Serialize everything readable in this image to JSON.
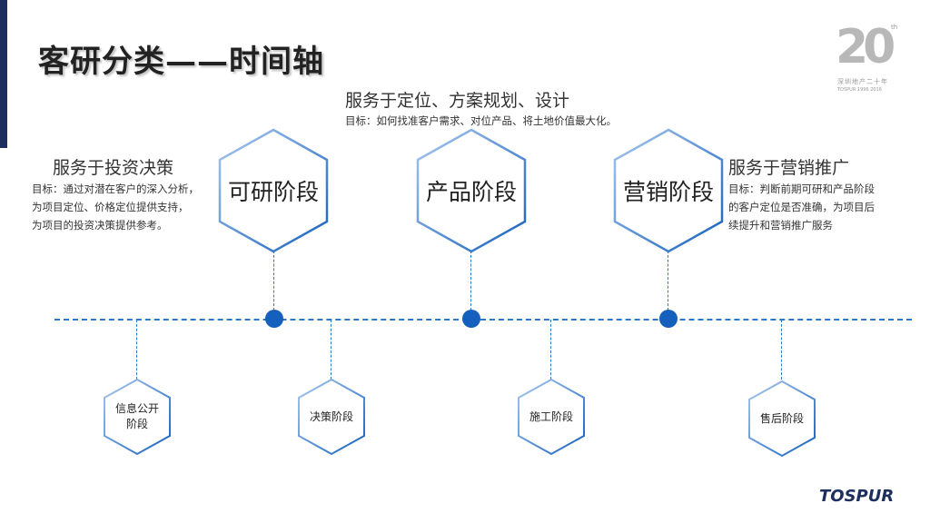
{
  "title": "客研分类——时间轴",
  "anniversary": {
    "number": "20",
    "suffix": "th",
    "cn_text": "深圳地产二十年",
    "sub_text": "TOSPUR 1996 2016"
  },
  "brand": {
    "logo_text": "TOSPUR"
  },
  "stages": [
    {
      "label": "可研阶段",
      "heading": "服务于投资决策",
      "description": [
        "目标：通过对潜在客户的深入分析，",
        "为项目定位、价格定位提供支持，",
        "为项目的投资决策提供参考。"
      ]
    },
    {
      "label": "产品阶段",
      "heading": "服务于定位、方案规划、设计",
      "description": [
        "目标：如何找准客户需求、对位产品、将土地价值最大化。"
      ]
    },
    {
      "label": "营销阶段",
      "heading": "服务于营销推广",
      "description": [
        "目标：判断前期可研和产品阶段",
        "的客户定位是否准确，为项目后",
        "续提升和营销推广服务"
      ]
    }
  ],
  "sub_stages": [
    {
      "label_lines": [
        "信息公开",
        "阶段"
      ]
    },
    {
      "label_lines": [
        "决策阶段"
      ]
    },
    {
      "label_lines": [
        "施工阶段"
      ]
    },
    {
      "label_lines": [
        "售后阶段"
      ]
    }
  ],
  "colors": {
    "accent": "#1560bd",
    "line": "#2e78c8",
    "bar": "#1c2f5f"
  }
}
